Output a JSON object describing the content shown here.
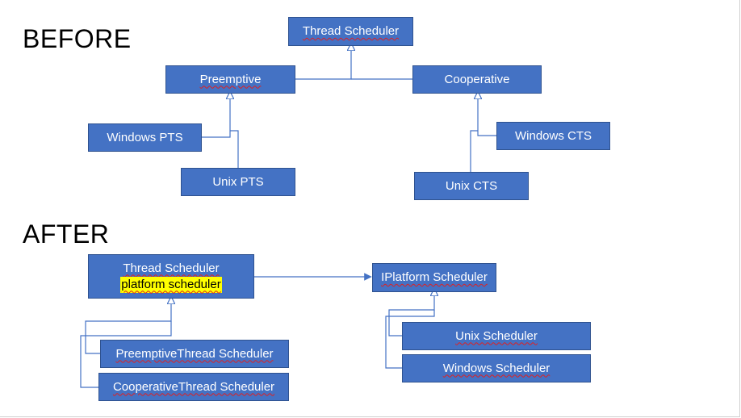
{
  "sections": {
    "before": "BEFORE",
    "after": "AFTER"
  },
  "before": {
    "thread_scheduler": "Thread Scheduler",
    "preemptive": "Preemptive",
    "cooperative": "Cooperative",
    "windows_pts": "Windows PTS",
    "unix_pts": "Unix PTS",
    "windows_cts": "Windows CTS",
    "unix_cts": "Unix CTS"
  },
  "after": {
    "thread_scheduler": "Thread Scheduler",
    "platform_scheduler_field": "platform scheduler",
    "iplatform_scheduler": "IPlatform Scheduler",
    "preemptive_thread_scheduler": "PreemptiveThread Scheduler",
    "cooperative_thread_scheduler": "CooperativeThread Scheduler",
    "unix_scheduler": "Unix Scheduler",
    "windows_scheduler": "Windows Scheduler"
  },
  "colors": {
    "box_fill": "#4472c4",
    "box_border": "#2f528f",
    "connector": "#4472c4",
    "highlight": "#ffff00"
  }
}
